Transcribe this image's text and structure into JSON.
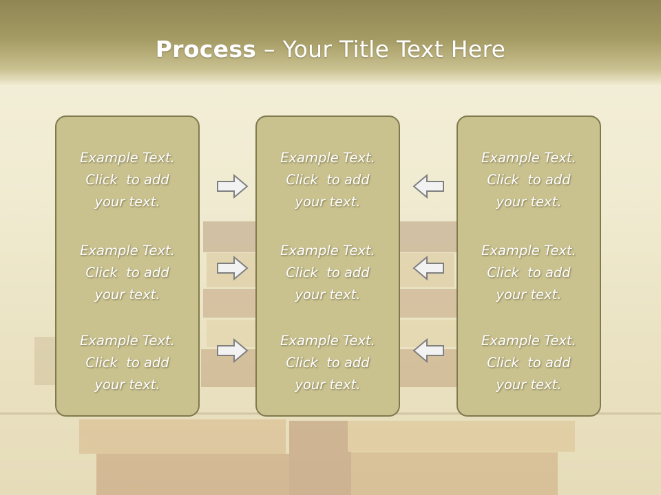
{
  "slide": {
    "title_bold": "Process",
    "title_rest": " – Your Title Text Here"
  },
  "panels": [
    {
      "items": [
        {
          "l1": "Example Text.",
          "l2": "Click  to add",
          "l3": "your text."
        },
        {
          "l1": "Example Text.",
          "l2": "Click  to add",
          "l3": "your text."
        },
        {
          "l1": "Example Text.",
          "l2": "Click  to add",
          "l3": "your text."
        }
      ]
    },
    {
      "items": [
        {
          "l1": "Example Text.",
          "l2": "Click  to add",
          "l3": "your text."
        },
        {
          "l1": "Example Text.",
          "l2": "Click  to add",
          "l3": "your text."
        },
        {
          "l1": "Example Text.",
          "l2": "Click  to add",
          "l3": "your text."
        }
      ]
    },
    {
      "items": [
        {
          "l1": "Example Text.",
          "l2": "Click  to add",
          "l3": "your text."
        },
        {
          "l1": "Example Text.",
          "l2": "Click  to add",
          "l3": "your text."
        },
        {
          "l1": "Example Text.",
          "l2": "Click  to add",
          "l3": "your text."
        }
      ]
    }
  ],
  "arrows": {
    "left_group": "arrow-right-icon",
    "right_group": "arrow-left-icon"
  },
  "colors": {
    "panel_fill": "#c9c18e",
    "panel_border": "#7f7a4d",
    "title_band": "#9c925c",
    "arrow_fill": "#f2f2f2",
    "arrow_stroke": "#7f7f7f"
  }
}
